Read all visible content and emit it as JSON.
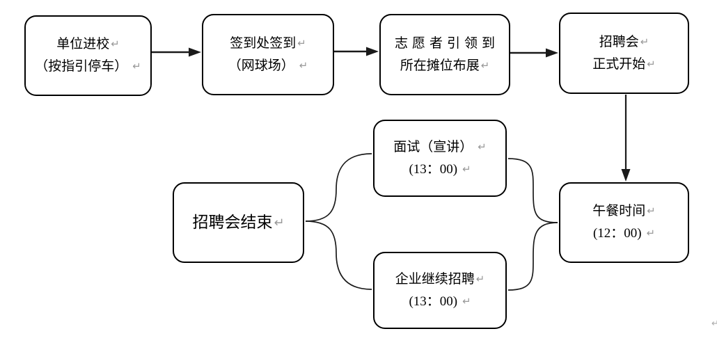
{
  "diagram": {
    "type": "flowchart",
    "background": "#ffffff",
    "line_color": "#1a1a1a",
    "text_color": "#000000",
    "return_mark": "↵",
    "return_mark_color": "#999999",
    "nodes": {
      "enter": {
        "line1": "单位进校",
        "line2": "（按指引停车）"
      },
      "signin": {
        "line1": "签到处签到",
        "line2": "（网球场）"
      },
      "volunteer": {
        "line1": "志愿者引领到",
        "line2": "所在摊位布展"
      },
      "start": {
        "line1": "招聘会",
        "line2": "正式开始"
      },
      "lunch": {
        "line1": "午餐时间",
        "line2": "(12：00)"
      },
      "interview": {
        "line1": "面试（宣讲）",
        "line2": "(13：00)"
      },
      "continue_recruit": {
        "line1": "企业继续招聘",
        "line2": "(13：00)"
      },
      "end": {
        "line1": "招聘会结束"
      }
    },
    "edges": [
      {
        "from": "enter",
        "to": "signin",
        "style": "arrow-right"
      },
      {
        "from": "signin",
        "to": "volunteer",
        "style": "arrow-right"
      },
      {
        "from": "volunteer",
        "to": "start",
        "style": "arrow-right"
      },
      {
        "from": "start",
        "to": "lunch",
        "style": "arrow-down"
      },
      {
        "from": "lunch",
        "to": "interview",
        "style": "curve"
      },
      {
        "from": "lunch",
        "to": "continue_recruit",
        "style": "curve"
      },
      {
        "from": "interview",
        "to": "end",
        "style": "curve"
      },
      {
        "from": "continue_recruit",
        "to": "end",
        "style": "curve"
      }
    ]
  }
}
